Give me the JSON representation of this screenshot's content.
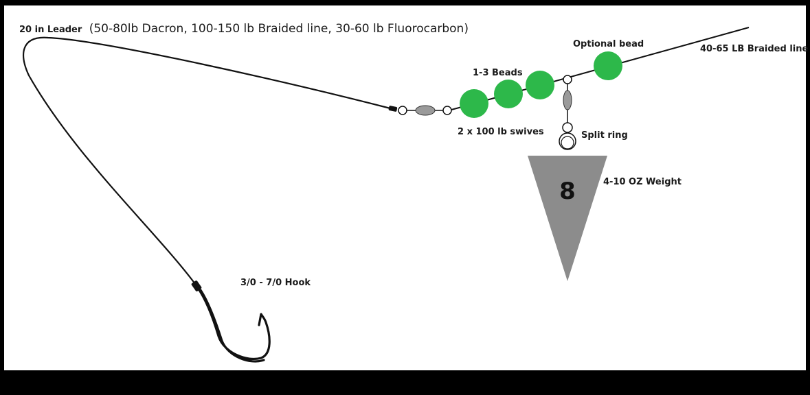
{
  "leader": {
    "label_bold": "20 in Leader",
    "label_detail": "(50-80lb Dacron, 100-150 lb Braided line, 30-60 lb Fluorocarbon)"
  },
  "main_line": {
    "label": "40-65 LB Braided line"
  },
  "optional_bead": {
    "label": "Optional bead"
  },
  "beads": {
    "label": "1-3 Beads"
  },
  "swivels": {
    "label": "2 x 100 lb swives"
  },
  "split_ring": {
    "label": "Split ring"
  },
  "weight": {
    "label": "4-10 OZ Weight",
    "number": "8"
  },
  "hook": {
    "label": "3/0 - 7/0 Hook"
  },
  "colors": {
    "background": "#000000",
    "panel": "#ffffff",
    "bead": "#2db84a",
    "weight": "#8c8c8c",
    "line": "#111111",
    "swivel": "#9a9a9a"
  }
}
